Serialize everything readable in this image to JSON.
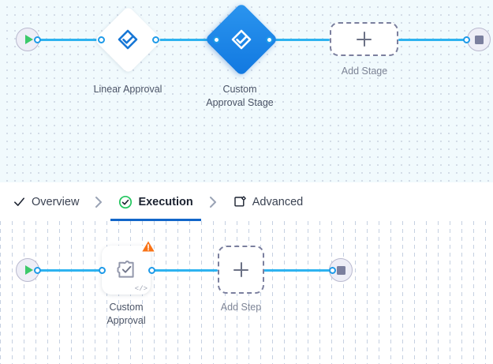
{
  "theme": {
    "edge_color": "#2eb3f0",
    "handle_color": "#1e9ae8",
    "selected_node_color": "#1178e0",
    "active_tab_underline": "#1266c9",
    "active_tab_check": "#22c55e",
    "start_icon_color": "#3cc96a",
    "stop_icon_color": "#7b7f9e",
    "warning_color": "#f97316",
    "stage_canvas_bg": "#f1fafd",
    "step_canvas_bg": "#ffffff"
  },
  "stage_canvas": {
    "name": "stage-designer-canvas",
    "start_node": {
      "icon": "play-icon",
      "label": ""
    },
    "end_node": {
      "icon": "stop-icon",
      "label": ""
    },
    "nodes": [
      {
        "id": "linear-approval",
        "label": "Linear Approval",
        "shape": "diamond",
        "icon": "approval-check-diamond-icon",
        "selected": false
      },
      {
        "id": "custom-approval-stage",
        "label": "Custom\nApproval Stage",
        "shape": "diamond",
        "icon": "approval-check-diamond-icon",
        "selected": true
      }
    ],
    "add_placeholder": {
      "id": "add-stage",
      "label": "Add Stage",
      "icon": "plus-icon"
    }
  },
  "tabs": {
    "name": "workflow-tabs",
    "separator_icon": "chevron-right-icon",
    "items": [
      {
        "id": "overview",
        "label": "Overview",
        "icon": "check-icon",
        "active": false
      },
      {
        "id": "execution",
        "label": "Execution",
        "icon": "check-circle-green-icon",
        "active": true
      },
      {
        "id": "advanced",
        "label": "Advanced",
        "icon": "window-gear-icon",
        "active": false
      }
    ]
  },
  "step_canvas": {
    "name": "step-designer-canvas",
    "start_node": {
      "icon": "play-icon",
      "label": ""
    },
    "end_node": {
      "icon": "stop-icon",
      "label": ""
    },
    "nodes": [
      {
        "id": "custom-approval",
        "label": "Custom\nApproval",
        "shape": "card",
        "icon": "custom-approval-task-icon",
        "badge": "warning-triangle-icon",
        "corner_glyph": "</>"
      }
    ],
    "add_placeholder": {
      "id": "add-step",
      "label": "Add Step",
      "icon": "plus-icon"
    }
  }
}
